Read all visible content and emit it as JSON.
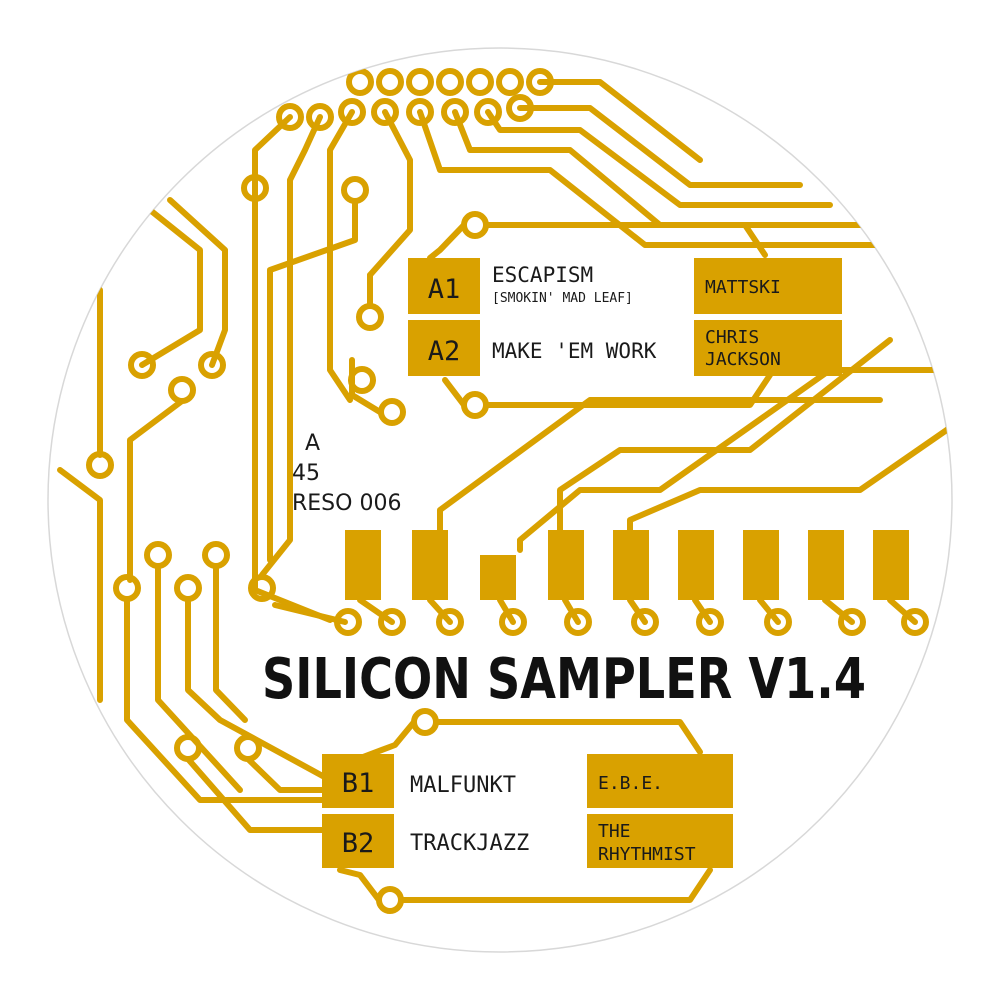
{
  "label": {
    "side": "A",
    "speed": "45",
    "catalog": "RESO 006",
    "title": "SILICON SAMPLER V1.4"
  },
  "tracks_a": [
    {
      "pos": "A1",
      "title": "ESCAPISM",
      "subtitle": "[SMOKIN' MAD LEAF]",
      "artist_line1": "MATTSKI",
      "artist_line2": ""
    },
    {
      "pos": "A2",
      "title": "MAKE 'EM WORK",
      "subtitle": "",
      "artist_line1": "CHRIS",
      "artist_line2": "JACKSON"
    }
  ],
  "tracks_b": [
    {
      "pos": "B1",
      "title": "MALFUNKT",
      "artist_line1": "E.B.E.",
      "artist_line2": ""
    },
    {
      "pos": "B2",
      "title": "TRACKJAZZ",
      "artist_line1": "THE",
      "artist_line2": "RHYTHMIST"
    }
  ],
  "colors": {
    "trace": "#D9A100",
    "background": "#ffffff",
    "outline": "#d8d8d8",
    "text": "#1a1a1a"
  }
}
